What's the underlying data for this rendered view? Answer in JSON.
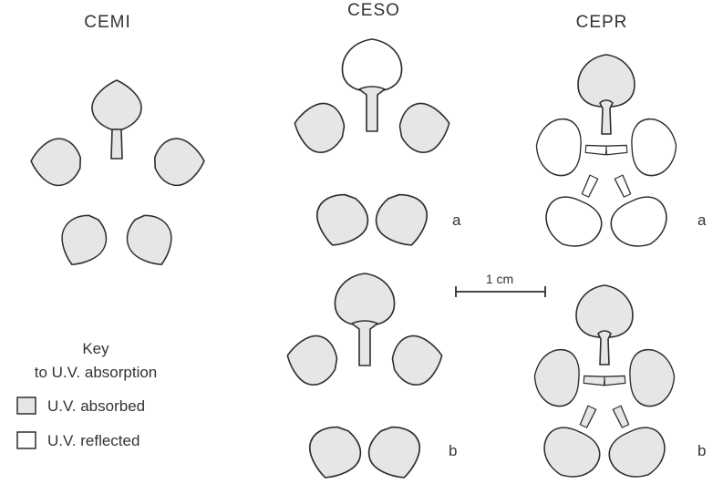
{
  "titles": {
    "cemi": "CEMI",
    "ceso": "CESO",
    "cepr": "CEPR"
  },
  "variant_labels": {
    "ceso_a": "a",
    "ceso_b": "b",
    "cepr_a": "a",
    "cepr_b": "b"
  },
  "scale_bar": {
    "label": "1 cm"
  },
  "key": {
    "title_line1": "Key",
    "title_line2": "to U.V. absorption",
    "items": [
      {
        "label": "U.V. absorbed",
        "swatch": "absorbed"
      },
      {
        "label": "U.V. reflected",
        "swatch": "reflected"
      }
    ]
  },
  "colors": {
    "absorbed_fill": "#e6e6e6",
    "reflected_fill": "#ffffff",
    "outline": "#2e2e2e",
    "text": "#333333"
  }
}
